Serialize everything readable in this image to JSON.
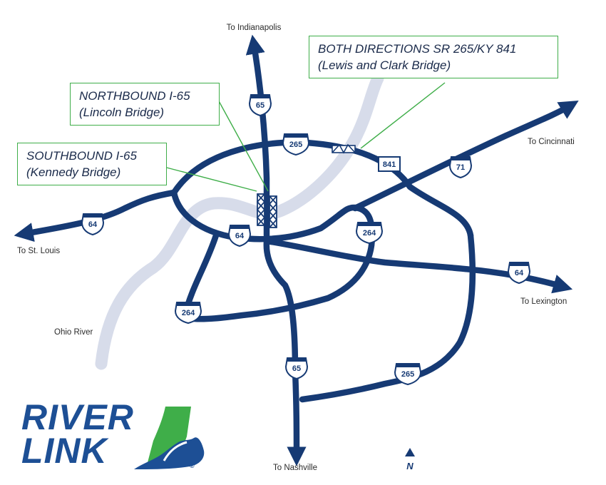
{
  "colors": {
    "road": "#163a74",
    "river": "#d7dcea",
    "callout_border": "#3fae49",
    "logo_blue": "#1d4f95",
    "logo_green": "#3fae49"
  },
  "destinations": {
    "indianapolis": "To Indianapolis",
    "cincinnati": "To Cincinnati",
    "st_louis": "To St. Louis",
    "lexington": "To Lexington",
    "nashville": "To Nashville"
  },
  "river_label": "Ohio River",
  "callouts": {
    "lewis_clark": {
      "line1": "BOTH DIRECTIONS SR 265/KY 841",
      "line2": "(Lewis and Clark Bridge)"
    },
    "lincoln": {
      "line1": "NORTHBOUND I-65",
      "line2": "(Lincoln Bridge)"
    },
    "kennedy": {
      "line1": "SOUTHBOUND I-65",
      "line2": "(Kennedy Bridge)"
    }
  },
  "shields": {
    "i65_north": "65",
    "i265_north": "265",
    "ky841": "841",
    "i71": "71",
    "i64_west": "64",
    "i64_center": "64",
    "i264_east": "264",
    "i64_east": "64",
    "i264_west": "264",
    "i65_south": "65",
    "i265_south": "265"
  },
  "logo": {
    "line1": "RIVER",
    "line2": "LINK",
    "trademark": "®"
  },
  "north_arrow": {
    "label": "N"
  },
  "icons": [
    "bridge-icon",
    "north-arrow-icon",
    "kentucky-state-icon"
  ]
}
